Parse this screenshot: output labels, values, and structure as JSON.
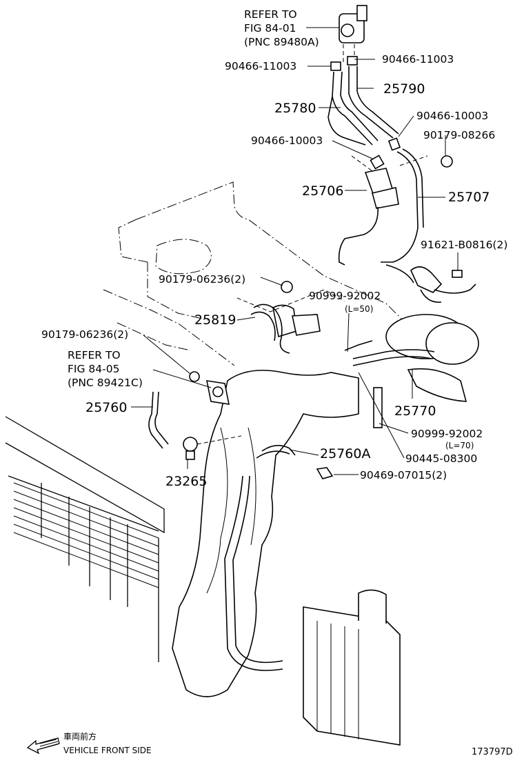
{
  "callouts": {
    "refer_8401_line1": "REFER TO",
    "refer_8401_line2": "FIG 84-01",
    "refer_8401_line3": "(PNC 89480A)",
    "clip_90466_11003_right": "90466-11003",
    "clip_90466_11003_left": "90466-11003",
    "hose_25790": "25790",
    "hose_25780": "25780",
    "clip_90466_10003_right": "90466-10003",
    "clip_90466_10003_left": "90466-10003",
    "nut_90179_08266": "90179-08266",
    "bracket_25706": "25706",
    "bracket_25707": "25707",
    "bolt_91621_b0816": "91621-B0816(2)",
    "nut_90179_06236_upper": "90179-06236(2)",
    "hose_90999_92002_upper": "90999-92002",
    "hose_90999_92002_upper_len": "(L=50)",
    "valve_25819": "25819",
    "nut_90179_06236_lower": "90179-06236(2)",
    "refer_8405_line1": "REFER TO",
    "refer_8405_line2": "FIG 84-05",
    "refer_8405_line3": "(PNC 89421C)",
    "hose_25760": "25760",
    "hose_25770": "25770",
    "hose_90999_92002_lower": "90999-92002",
    "hose_90999_92002_lower_len": "(L=70)",
    "hose_25760a": "25760A",
    "clip_90445_08300": "90445-08300",
    "sensor_23265": "23265",
    "clamp_90469_07015": "90469-07015(2)"
  },
  "footer": {
    "direction_jp": "車両前方",
    "direction_en": "VEHICLE FRONT SIDE",
    "illustration_id": "173797D"
  },
  "icons": {
    "direction_arrow": "arrow-left-icon"
  }
}
